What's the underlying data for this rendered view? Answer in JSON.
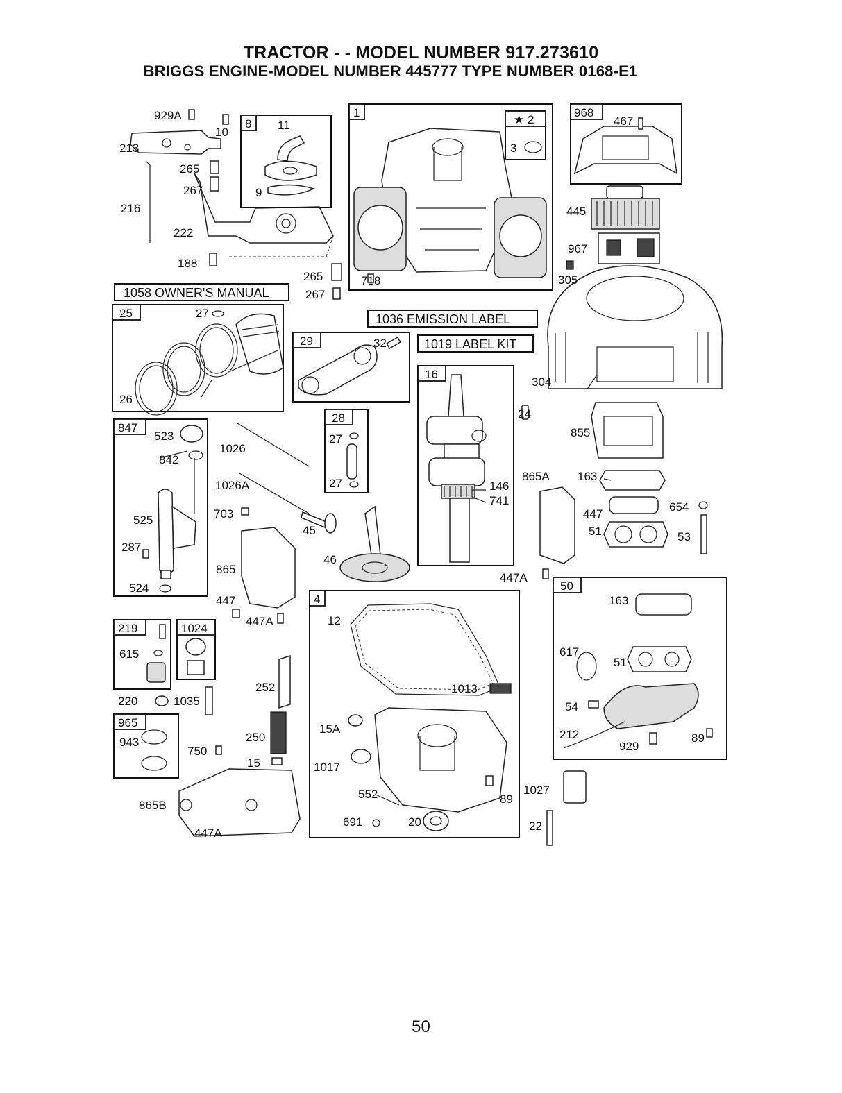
{
  "header": {
    "title_line1": "TRACTOR - - MODEL NUMBER 917.273610",
    "title_line2": "BRIGGS ENGINE-MODEL NUMBER 445777 TYPE NUMBER 0168-E1"
  },
  "banners": {
    "owners_manual": "1058 OWNER'S MANUAL",
    "emission_label": "1036 EMISSION LABEL",
    "label_kit": "1019 LABEL KIT"
  },
  "kit_boxes": {
    "b8": "8",
    "b1": "1",
    "b2": "★ 2",
    "b968": "968",
    "b25": "25",
    "b29": "29",
    "b28": "28",
    "b16": "16",
    "b847": "847",
    "b219": "219",
    "b1024": "1024",
    "b965": "965",
    "b4": "4",
    "b50": "50"
  },
  "labels": {
    "l929A": "929A",
    "l10": "10",
    "l213": "213",
    "l11": "11",
    "l265a": "265",
    "l267a": "267",
    "l9": "9",
    "l216": "216",
    "l222": "222",
    "l188": "188",
    "l265b": "265",
    "l267b": "267",
    "l3": "3",
    "l718": "718",
    "l467": "467",
    "l445": "445",
    "l967": "967",
    "l305": "305",
    "l27a": "27",
    "l26": "26",
    "l32": "32",
    "l27b": "27",
    "l27c": "27",
    "l304": "304",
    "l24": "24",
    "l855": "855",
    "l523": "523",
    "l842": "842",
    "l1026": "1026",
    "l1026A": "1026A",
    "l703": "703",
    "l525": "525",
    "l287": "287",
    "l524": "524",
    "l45": "45",
    "l46": "46",
    "l146": "146",
    "l741": "741",
    "l865A": "865A",
    "l163a": "163",
    "l447a": "447",
    "l654": "654",
    "l51a": "51",
    "l53": "53",
    "l865": "865",
    "l447b": "447",
    "l447Aa": "447A",
    "l447Ab": "447A",
    "l12": "12",
    "l163b": "163",
    "l617": "617",
    "l51b": "51",
    "l615": "615",
    "l220": "220",
    "l1035": "1035",
    "l252": "252",
    "l1013": "1013",
    "l54": "54",
    "l943": "943",
    "l750": "750",
    "l250": "250",
    "l15A": "15A",
    "l212": "212",
    "l929": "929",
    "l89a": "89",
    "l15": "15",
    "l1017": "1017",
    "l1027": "1027",
    "l865B": "865B",
    "l552": "552",
    "l89b": "89",
    "l447Ac": "447A",
    "l691": "691",
    "l20": "20",
    "l22": "22"
  },
  "footer": {
    "page_number": "50"
  }
}
